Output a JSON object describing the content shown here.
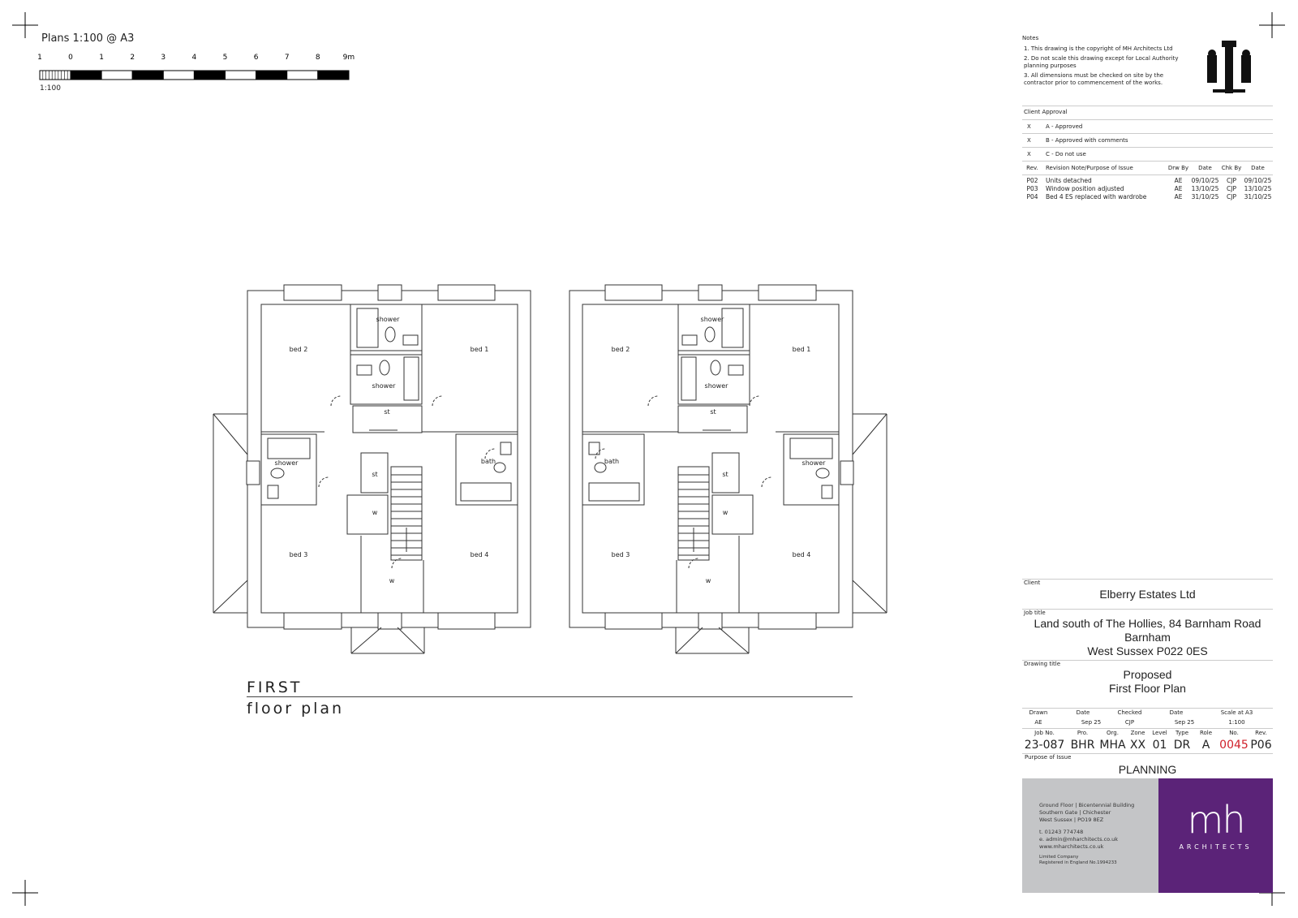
{
  "scale_bar": {
    "title": "Plans 1:100 @ A3",
    "ticks": [
      "1",
      "0",
      "1",
      "2",
      "3",
      "4",
      "5",
      "6",
      "7",
      "8",
      "9m"
    ],
    "ratio": "1:100"
  },
  "drawing_heading": {
    "line1": "FIRST",
    "line2": "floor plan"
  },
  "plans": [
    {
      "labels": [
        "bed 2",
        "bed 1",
        "shower",
        "shower",
        "st",
        "shower",
        "bath",
        "st",
        "w",
        "bed 3",
        "bed 4",
        "w"
      ]
    },
    {
      "labels": [
        "bed 1",
        "bed 2",
        "shower",
        "shower",
        "st",
        "shower",
        "bath",
        "st",
        "w",
        "bed 4",
        "bed 3",
        "w"
      ]
    }
  ],
  "notes": {
    "title": "Notes",
    "items": [
      "1.  This drawing is the copyright of MH Architects Ltd",
      "2.  Do not scale this drawing except for Local Authority planning purposes",
      "3.  All dimensions must be checked on site by the contractor prior to commencement of the works."
    ]
  },
  "client_approval": {
    "title": "Client Approval",
    "options": [
      {
        "mark": "X",
        "label": "A - Approved"
      },
      {
        "mark": "X",
        "label": "B - Approved with comments"
      },
      {
        "mark": "X",
        "label": "C - Do not use"
      }
    ]
  },
  "revisions": {
    "headers": [
      "Rev.",
      "Revision Note/Purpose of Issue",
      "Drw By",
      "Date",
      "Chk By",
      "Date"
    ],
    "rows": [
      [
        "P02",
        "Units detached",
        "AE",
        "09/10/25",
        "CJP",
        "09/10/25"
      ],
      [
        "P03",
        "Window position adjusted",
        "AE",
        "13/10/25",
        "CJP",
        "13/10/25"
      ],
      [
        "P04",
        "Bed 4 ES replaced with wardrobe",
        "AE",
        "31/10/25",
        "CJP",
        "31/10/25"
      ]
    ]
  },
  "title_block": {
    "client_label": "Client",
    "client": "Elberry Estates Ltd",
    "job_label": "Job title",
    "job_lines": [
      "Land south of The Hollies, 84 Barnham Road",
      "Barnham",
      "West Sussex P022 0ES"
    ],
    "drawing_label": "Drawing title",
    "drawing_lines": [
      "Proposed",
      "First Floor Plan"
    ],
    "meta_headers": [
      "Drawn",
      "Date",
      "Checked",
      "Date",
      "Scale at A3"
    ],
    "meta_values": [
      "AE",
      "Sep 25",
      "CJP",
      "Sep 25",
      "1:100"
    ],
    "code_headers": [
      "Job No.",
      "Pro.",
      "Org.",
      "Zone",
      "Level",
      "Type",
      "Role",
      "No.",
      "Rev."
    ],
    "code_values": [
      "23-087",
      "BHR",
      "MHA",
      "XX",
      "01",
      "DR",
      "A",
      "0045",
      "P06"
    ],
    "purpose_label": "Purpose of Issue",
    "purpose": "PLANNING"
  },
  "firm": {
    "address": [
      "Ground Floor | Bicentennial Building",
      "Southern Gate | Chichester",
      "West Sussex | PO19 8EZ"
    ],
    "contact": [
      "t. 01243 774748",
      "e. admin@mharchitects.co.uk",
      "www.mharchitects.co.uk"
    ],
    "legal": [
      "Limited Company",
      "Registered in England No.1994233"
    ],
    "logo_text": "mh",
    "logo_sub": "ARCHITECTS"
  },
  "colors": {
    "brand_purple": "#5b2378",
    "panel_grey": "#c4c5c7",
    "drawing_number_red": "#d0202a"
  }
}
